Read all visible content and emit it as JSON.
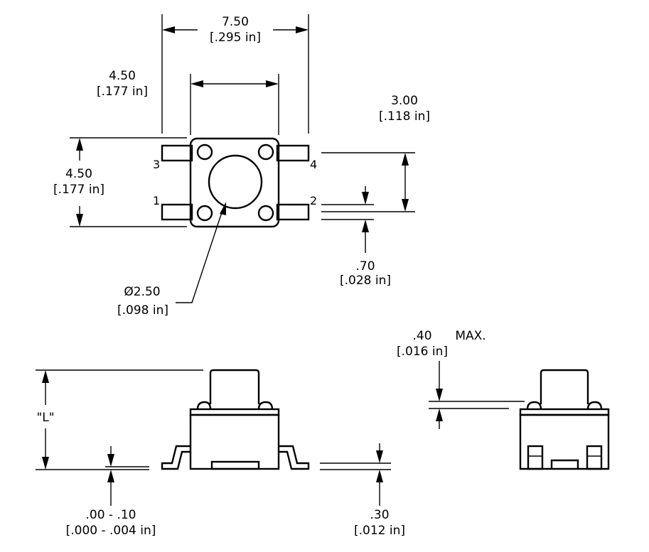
{
  "dimensions": {
    "overall_width": {
      "mm": "7.50",
      "inch": "[.295 in]"
    },
    "body_width": {
      "mm": "4.50",
      "inch": "[.177 in]"
    },
    "body_height": {
      "mm": "4.50",
      "inch": "[.177 in]"
    },
    "pin_pitch": {
      "mm": "3.00",
      "inch": "[.118 in]"
    },
    "pin_width": {
      "mm": ".70",
      "inch": "[.028 in]"
    },
    "button_diameter": {
      "mm": "Ø2.50",
      "inch": "[.098 in]"
    },
    "cap_height_max": {
      "mm": ".40",
      "suffix": "MAX.",
      "inch": "[.016 in]"
    },
    "overall_height": {
      "label": "\"L\""
    },
    "standoff": {
      "mm": ".00 - .10",
      "inch": "[.000 - .004 in]"
    },
    "lead_thickness": {
      "mm": ".30",
      "inch": "[.012 in]"
    }
  },
  "pins": {
    "p1": "1",
    "p2": "2",
    "p3": "3",
    "p4": "4"
  }
}
